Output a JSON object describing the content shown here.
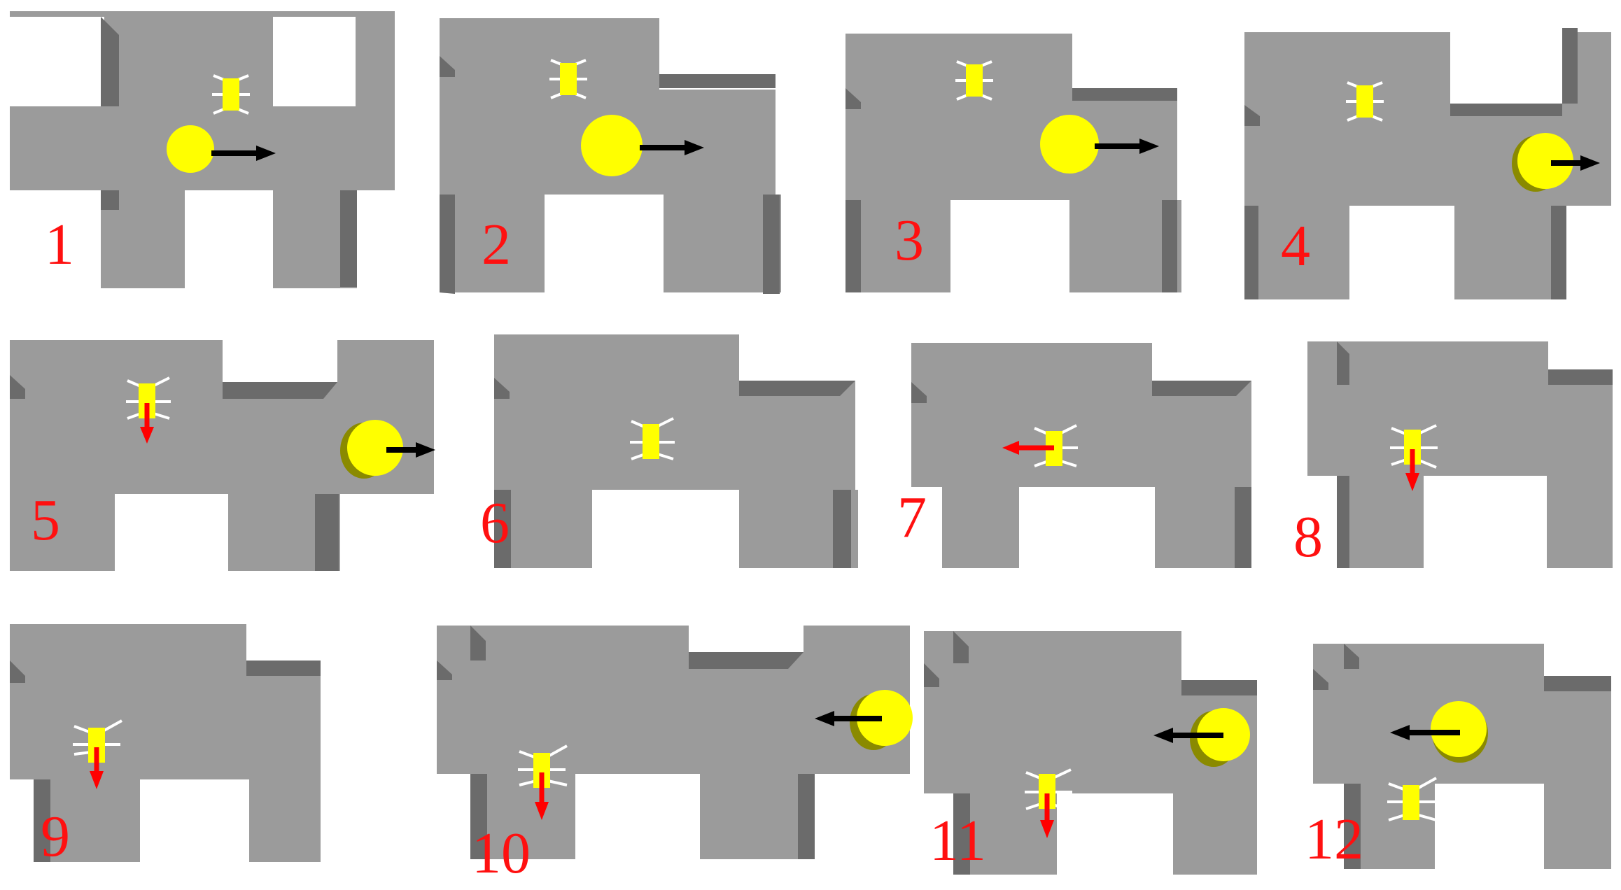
{
  "colors": {
    "floor": "#9b9b9b",
    "wall": "#6b6b6b",
    "ball": "#ffff00",
    "ball_shadow": "#8a8a00",
    "robot": "#ffff00",
    "robot_legs": "#ffffff",
    "ball_arrow": "#000000",
    "robot_arrow": "#ff0000",
    "label": "#ff1010"
  },
  "frames": [
    {
      "label": "1",
      "ball_arrow": "right",
      "robot_arrow": "none"
    },
    {
      "label": "2",
      "ball_arrow": "right",
      "robot_arrow": "none"
    },
    {
      "label": "3",
      "ball_arrow": "right",
      "robot_arrow": "none"
    },
    {
      "label": "4",
      "ball_arrow": "right",
      "robot_arrow": "none"
    },
    {
      "label": "5",
      "ball_arrow": "right",
      "robot_arrow": "down"
    },
    {
      "label": "6",
      "ball_arrow": "none",
      "robot_arrow": "none"
    },
    {
      "label": "7",
      "ball_arrow": "none",
      "robot_arrow": "left"
    },
    {
      "label": "8",
      "ball_arrow": "none",
      "robot_arrow": "down"
    },
    {
      "label": "9",
      "ball_arrow": "none",
      "robot_arrow": "down"
    },
    {
      "label": "10",
      "ball_arrow": "left",
      "robot_arrow": "down"
    },
    {
      "label": "11",
      "ball_arrow": "left",
      "robot_arrow": "down"
    },
    {
      "label": "12",
      "ball_arrow": "left",
      "robot_arrow": "none"
    }
  ]
}
